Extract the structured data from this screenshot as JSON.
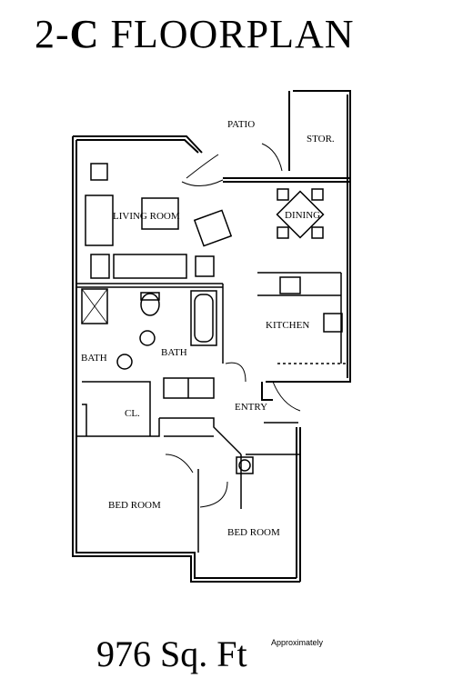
{
  "title_prefix": "2-",
  "title_letter": "C",
  "title_suffix": " FLOORPLAN",
  "area": "976 Sq. Ft",
  "area_note": "Approximately",
  "rooms": {
    "patio": "PATIO",
    "storage": "STOR.",
    "living_room": "LIVING ROOM",
    "dining": "DINING",
    "kitchen": "KITCHEN",
    "bath_1": "BATH",
    "bath_2": "BATH",
    "closet": "CL.",
    "entry": "ENTRY",
    "bedroom_1": "BED ROOM",
    "bedroom_2": "BED ROOM"
  }
}
